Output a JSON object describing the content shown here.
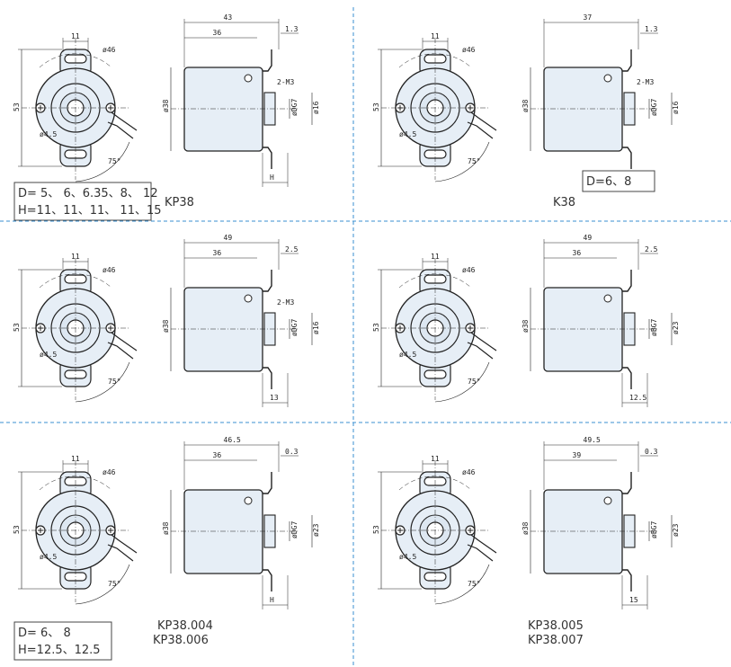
{
  "colors": {
    "body_fill": "#e6eef6",
    "line": "#222222",
    "divider": "#3a8fd0"
  },
  "panels": [
    {
      "model": "KP38",
      "front": {
        "width": "11",
        "outer": "ø46",
        "height": "53",
        "hole": "ø4.5",
        "angle": "75°"
      },
      "side": {
        "overall": "43",
        "body": "36",
        "flange": "1.3",
        "body_dia": "ø38",
        "thread": "2-M3",
        "bore": "øDG7",
        "boss": "ø16",
        "depth": "H"
      },
      "spec": [
        "D= 5、 6、6.35、8、 12",
        "H=11、11、11、 11、15"
      ]
    },
    {
      "model": "K38",
      "front": {
        "width": "11",
        "outer": "ø46",
        "height": "53",
        "hole": "ø4.5",
        "angle": "75°"
      },
      "side": {
        "overall": "37",
        "flange": "1.3",
        "body_dia": "ø38",
        "thread": "2-M3",
        "bore": "øDG7",
        "boss": "ø16"
      },
      "spec": [
        "D=6、8"
      ]
    },
    {
      "model": "KP38.004",
      "front": {
        "width": "11",
        "outer": "ø46",
        "height": "53",
        "hole": "ø4.5",
        "angle": "75°"
      },
      "side": {
        "overall": "49",
        "body": "36",
        "flange": "2.5",
        "body_dia": "ø38",
        "thread": "2-M3",
        "bore": "øDG7",
        "boss": "ø16",
        "depth": "13"
      },
      "spec": []
    },
    {
      "model": "KP38.005",
      "front": {
        "width": "11",
        "outer": "ø46",
        "height": "53",
        "hole": "ø4.5",
        "angle": "75°"
      },
      "side": {
        "overall": "49",
        "body": "36",
        "flange": "2.5",
        "body_dia": "ø38",
        "bore": "øBG7",
        "boss": "ø23",
        "depth": "12.5"
      },
      "spec": []
    },
    {
      "model": "KP38.006",
      "front": {
        "width": "11",
        "outer": "ø46",
        "height": "53",
        "hole": "ø4.5",
        "angle": "75°"
      },
      "side": {
        "overall": "46.5",
        "body": "36",
        "flange": "0.3",
        "body_dia": "ø38",
        "bore": "øDG7",
        "boss": "ø23",
        "depth": "H"
      },
      "spec": [
        "D= 6、     8",
        "H=12.5、12.5"
      ]
    },
    {
      "model": "KP38.007",
      "front": {
        "width": "11",
        "outer": "ø46",
        "height": "53",
        "hole": "ø4.5",
        "angle": "75°"
      },
      "side": {
        "overall": "49.5",
        "body": "39",
        "flange": "0.3",
        "body_dia": "ø38",
        "bore": "øBG7",
        "boss": "ø23",
        "depth": "15"
      },
      "spec": []
    }
  ]
}
